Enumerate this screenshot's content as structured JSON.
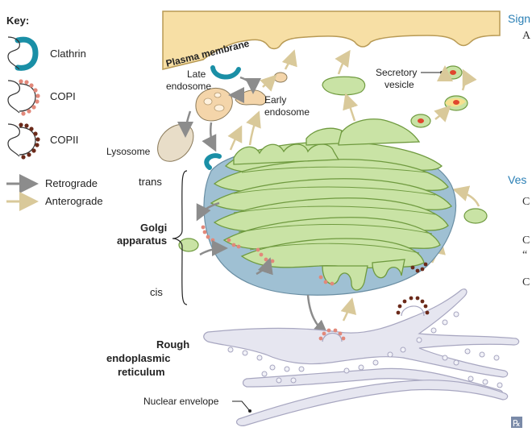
{
  "key": {
    "title": "Key:",
    "clathrin": "Clathrin",
    "copi": "COPI",
    "copii": "COPII",
    "retrograde": "Retrograde",
    "anterograde": "Anterograde"
  },
  "labels": {
    "plasma_membrane": "Plasma membrane",
    "secretory_vesicle_1": "Secretory",
    "secretory_vesicle_2": "vesicle",
    "late_endosome_1": "Late",
    "late_endosome_2": "endosome",
    "early_endosome_1": "Early",
    "early_endosome_2": "endosome",
    "lysosome": "Lysosome",
    "trans": "trans",
    "golgi_1": "Golgi",
    "golgi_2": "apparatus",
    "cis": "cis",
    "rer_1": "Rough",
    "rer_2": "endoplasmic",
    "rer_3": "reticulum",
    "nuclear_envelope": "Nuclear envelope"
  },
  "side_text": {
    "heading_1": "Sign",
    "line_a": "A",
    "heading_2": "Ves",
    "c1": "C",
    "c2": "C",
    "quote": "“",
    "c3": "C"
  },
  "logo_text": "℞",
  "colors": {
    "membrane_fill": "#f7dfa5",
    "golgi_fill": "#c9e3a5",
    "golgi_stroke": "#6f9a3f",
    "golgi_shadow": "#9fc0d3",
    "er_fill": "#e6e6f0",
    "er_dot": "#c9c6e0",
    "clathrin": "#1a8fa6",
    "copi": "#e2887a",
    "copii": "#6b2a1a",
    "retrograde": "#8c8c8c",
    "anterograde": "#d9c99a",
    "side_heading": "#2a7fb5"
  }
}
